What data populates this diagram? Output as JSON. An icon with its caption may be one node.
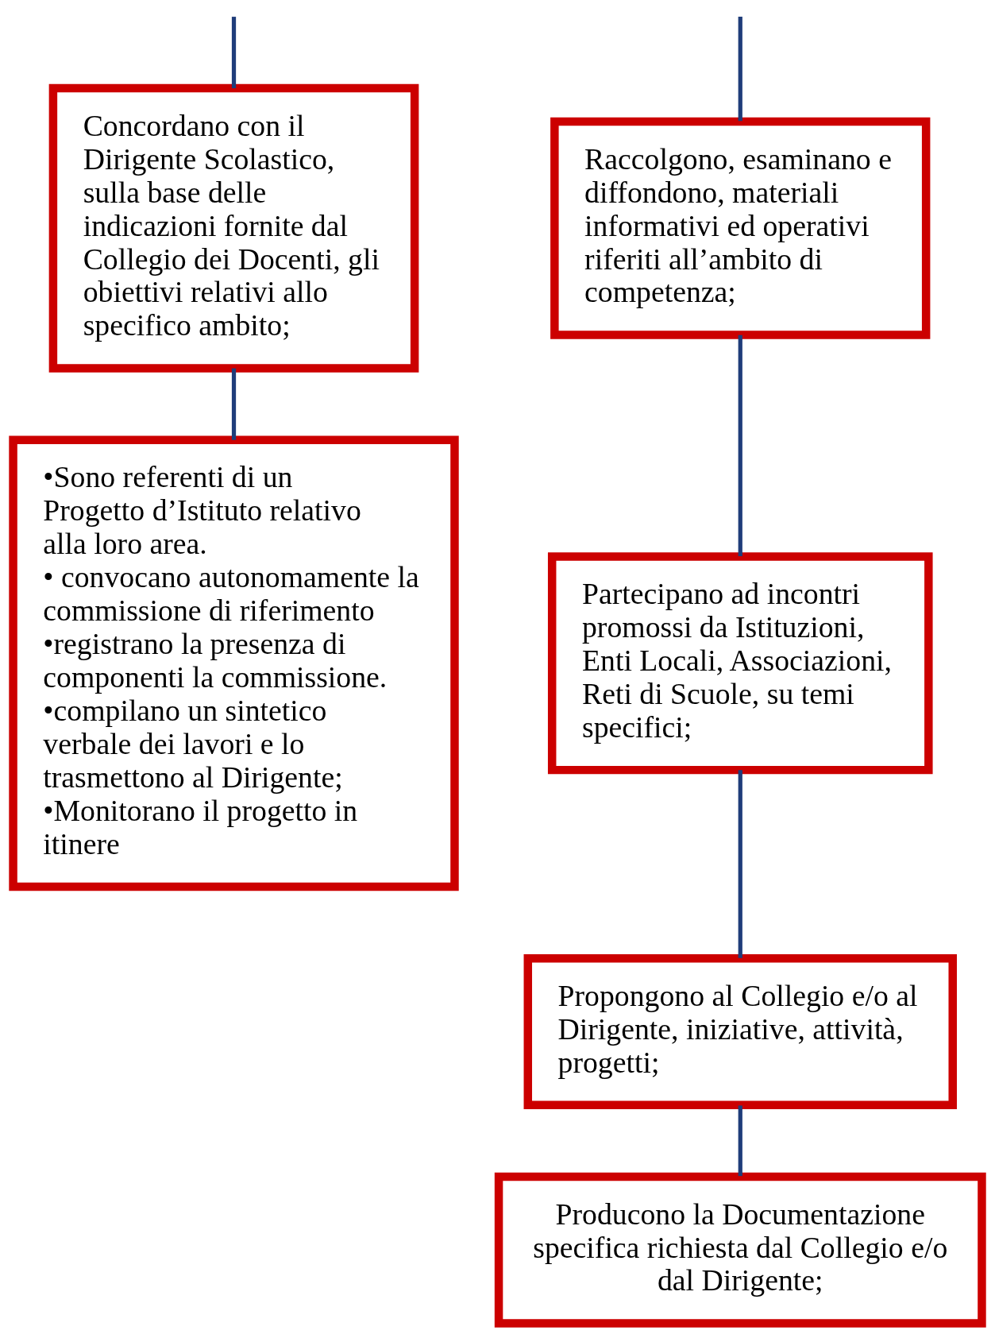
{
  "diagram": {
    "nodes": [
      {
        "text": [
          "Concordano con il Dirigente Scolastico, sulla base delle indicazioni fornite dal Collegio dei Docenti, gli obiettivi relativi allo specifico ambito;"
        ]
      },
      {
        "text": [
          "Raccolgono, esaminano e diffondono, materiali informativi ed operativi riferiti all’ambito di competenza;"
        ]
      },
      {
        "text": [
          "•Sono referenti di un Progetto d’Istituto relativo alla loro area.",
          "• convocano autonomamente la commissione di riferimento",
          "•registrano la presenza di componenti la commissione.",
          "•compilano un sintetico verbale dei lavori e lo trasmettono al Dirigente;",
          "•Monitorano il progetto in itinere"
        ]
      },
      {
        "text": [
          "Partecipano ad incontri promossi da Istituzioni, Enti Locali, Associazioni, Reti di Scuole, su temi specifici;"
        ]
      },
      {
        "text": [
          "Propongono al Collegio e/o al Dirigente, iniziative, attività, progetti;"
        ]
      },
      {
        "text": [
          "Producono la Documentazione specifica richiesta dal Collegio e/o dal Dirigente;"
        ]
      }
    ],
    "edges": [
      {
        "from": null,
        "to": 0,
        "arrow": "none"
      },
      {
        "from": null,
        "to": 1,
        "arrow": "none"
      },
      {
        "from": 0,
        "to": 2,
        "arrow": "none"
      },
      {
        "from": 1,
        "to": 3,
        "arrow": "none"
      },
      {
        "from": 3,
        "to": 4,
        "arrow": "none"
      },
      {
        "from": 4,
        "to": 5,
        "arrow": "none"
      }
    ]
  }
}
